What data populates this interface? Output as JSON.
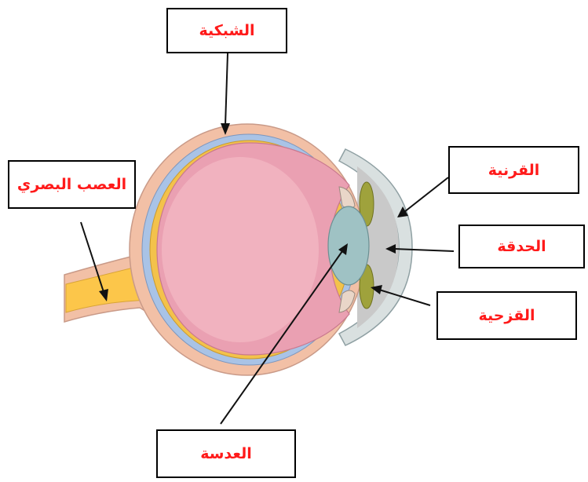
{
  "labels": {
    "retina": "الشبكية",
    "optic_nerve": "العصب البصري",
    "cornea": "القرنية",
    "pupil": "الحدقة",
    "iris": "القزحية",
    "lens": "العدسة"
  },
  "colors": {
    "label_text": "#ff1a1a",
    "sclera": "#f2c0a6",
    "choroid": "#a9c3e6",
    "retina_layer": "#f3c24b",
    "vitreous": "#eaa0b2",
    "optic_nerve": "#fcc64a",
    "lens": "#9fc2c4",
    "iris": "#9fa23c",
    "cornea": "#d9e0e0",
    "anterior_chamber": "#c9c9c9"
  }
}
